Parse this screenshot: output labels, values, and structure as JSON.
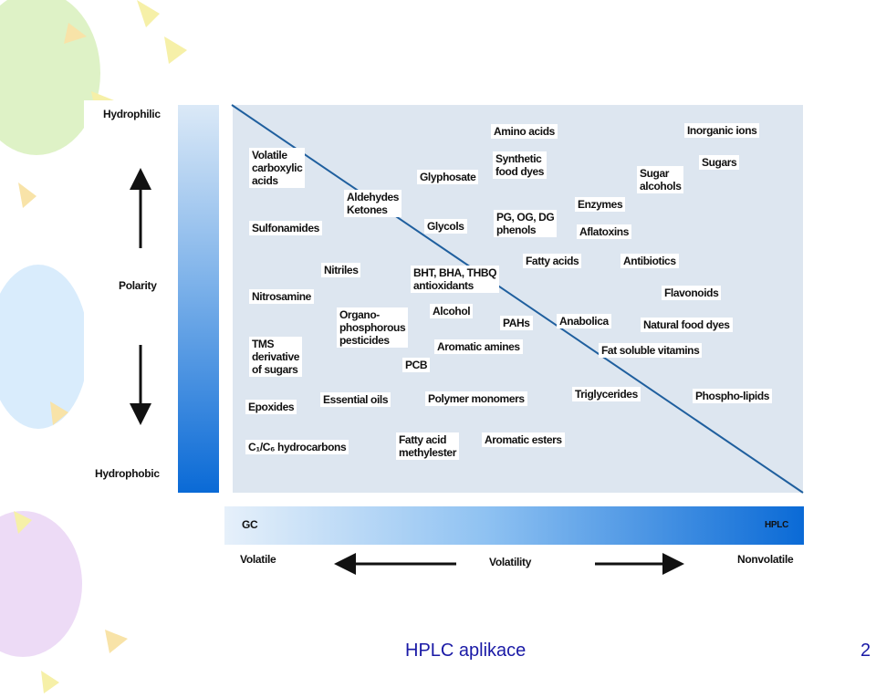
{
  "axes": {
    "top": "Hydrophilic",
    "middle": "Polarity",
    "bottom": "Hydrophobic",
    "gc": "GC",
    "hplc": "HPLC",
    "left": "Volatile",
    "center": "Volatility",
    "right": "Nonvolatile"
  },
  "compounds": {
    "volatile_carboxylic": "Volatile\ncarboxylic\nacids",
    "sulfonamides": "Sulfonamides",
    "aldehydes": "Aldehydes\nKetones",
    "glyphosate": "Glyphosate",
    "glycols": "Glycols",
    "amino_acids": "Amino acids",
    "synthetic_dyes": "Synthetic\nfood dyes",
    "pg_og_dg": "PG, OG, DG\nphenols",
    "enzymes": "Enzymes",
    "aflatoxins": "Aflatoxins",
    "sugar_alcohols": "Sugar\nalcohols",
    "inorganic_ions": "Inorganic ions",
    "sugars": "Sugars",
    "nitriles": "Nitriles",
    "bht": "BHT, BHA, THBQ\nantioxidants",
    "fatty_acids": "Fatty acids",
    "antibiotics": "Antibiotics",
    "nitrosamine": "Nitrosamine",
    "organo": "Organo-\nphosphorous\npesticides",
    "alcohol": "Alcohol",
    "pahs": "PAHs",
    "anabolica": "Anabolica",
    "flavonoids": "Flavonoids",
    "natural_dyes": "Natural food dyes",
    "tms": "TMS\nderivative\nof sugars",
    "pcb": "PCB",
    "aromatic_amines": "Aromatic amines",
    "fat_vitamins": "Fat soluble vitamins",
    "epoxides": "Epoxides",
    "essential_oils": "Essential oils",
    "polymer": "Polymer monomers",
    "triglycerides": "Triglycerides",
    "phospholipids": "Phospho-lipids",
    "hydrocarbons": "C₁/C₆ hydrocarbons",
    "fatty_ester": "Fatty acid\nmethylester",
    "aromatic_esters": "Aromatic esters"
  },
  "footer": {
    "caption": "HPLC aplikace",
    "page": "2"
  },
  "colors": {
    "panel": "#dde6f0",
    "gradient_dark": "#0a6ad6",
    "diagonal": "#1f5f9e",
    "caption": "#1a1aa6"
  }
}
